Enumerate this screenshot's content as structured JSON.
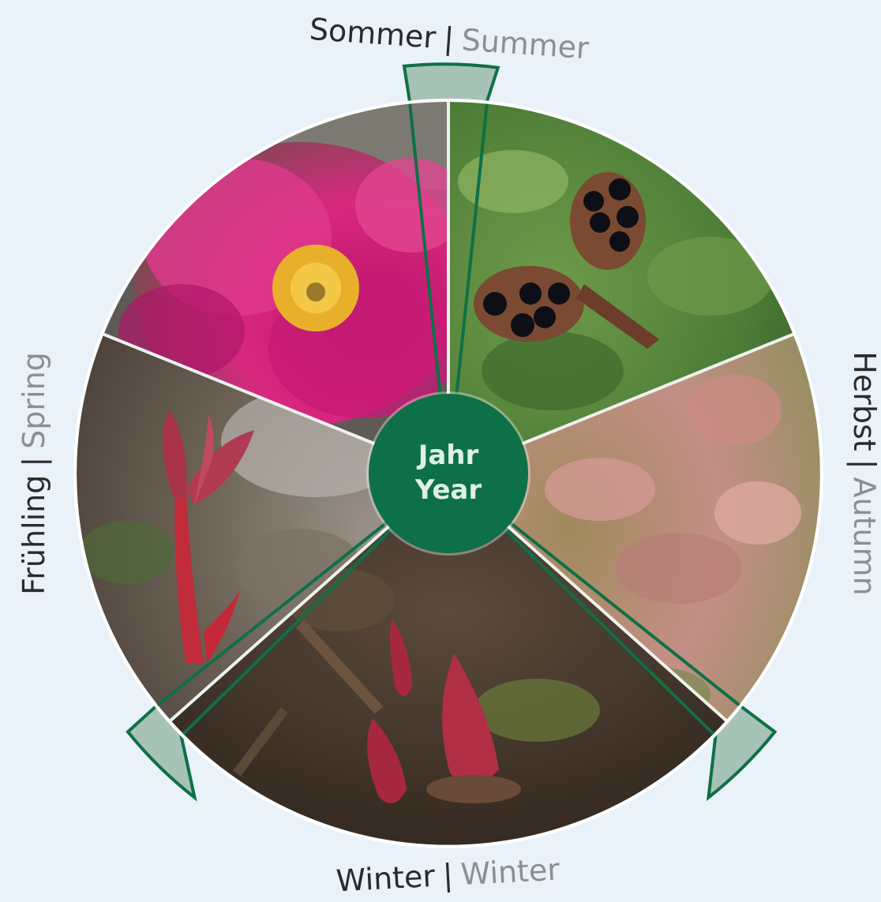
{
  "center": {
    "line1": "Jahr",
    "line2": "Year"
  },
  "seasons": {
    "summer": {
      "de": "Sommer",
      "sep": "|",
      "en": "Summer"
    },
    "autumn": {
      "de": "Herbst",
      "sep": "|",
      "en": "Autumn"
    },
    "winter": {
      "de": "Winter",
      "sep": "|",
      "en": "Winter"
    },
    "spring": {
      "de": "Frühling",
      "sep": "|",
      "en": "Spring"
    }
  },
  "colors": {
    "background": "#e9f1f9",
    "accent_green": "#0e7047",
    "marker_fill": "#a7c2b6",
    "text_primary": "#2a2a2a",
    "text_secondary": "#8c8f92"
  },
  "images": [
    {
      "icon": "pink-peony-flower-photo"
    },
    {
      "icon": "peony-seed-pod-photo"
    },
    {
      "icon": "autumn-peony-foliage-photo"
    },
    {
      "icon": "red-peony-buds-in-soil-photo"
    },
    {
      "icon": "peony-sprout-photo"
    }
  ]
}
